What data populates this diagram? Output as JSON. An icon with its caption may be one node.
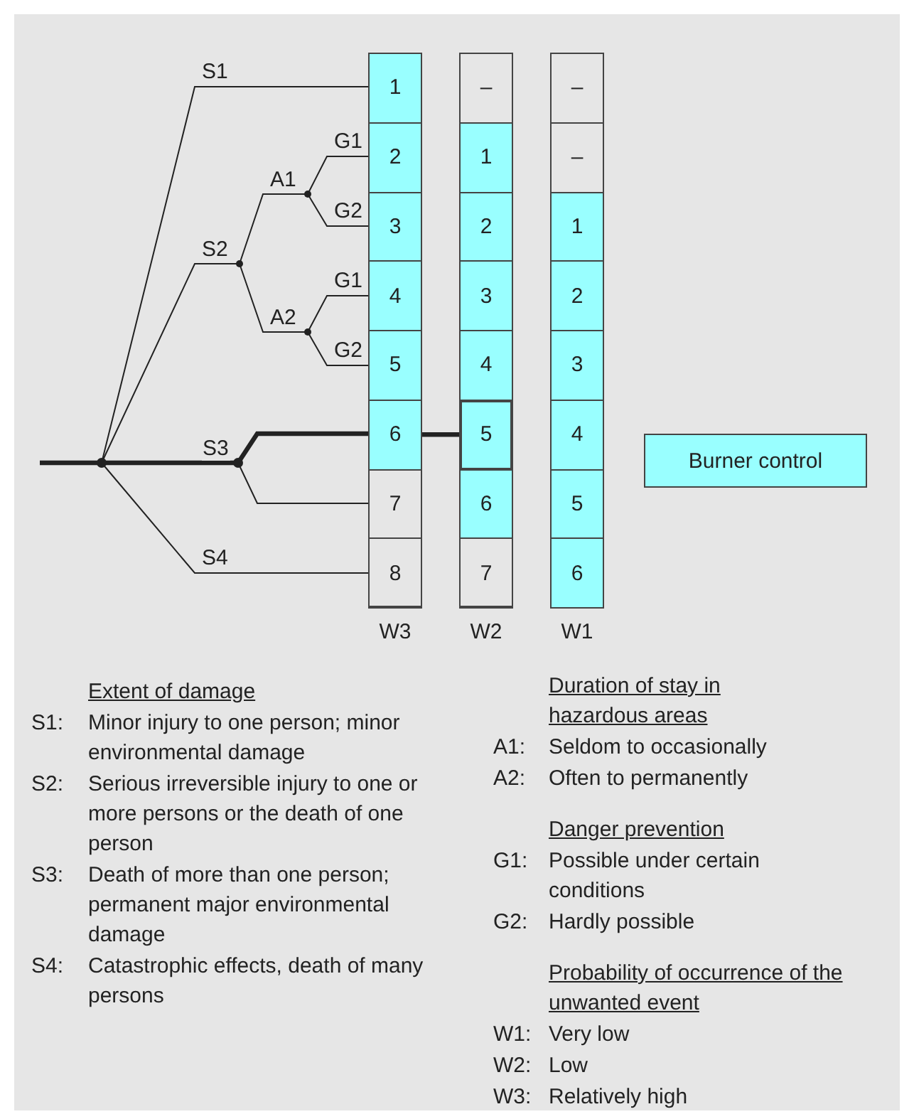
{
  "diagram": {
    "nodes": [
      {
        "text": [],
        "shape": "dot"
      },
      {
        "text": [],
        "shape": "dot"
      },
      {
        "text": [],
        "shape": "dot"
      },
      {
        "text": [],
        "shape": "dot"
      },
      {
        "text": [],
        "shape": "dot"
      },
      {
        "text": [
          "W3"
        ]
      },
      {
        "text": [
          "1"
        ],
        "in": 5
      },
      {
        "text": [
          "2"
        ],
        "in": 5
      },
      {
        "text": [
          "3"
        ],
        "in": 5
      },
      {
        "text": [
          "4"
        ],
        "in": 5
      },
      {
        "text": [
          "5"
        ],
        "in": 5
      },
      {
        "text": [
          "6"
        ],
        "in": 5
      },
      {
        "text": [
          "7"
        ],
        "in": 5
      },
      {
        "text": [
          "8"
        ],
        "in": 5
      },
      {
        "text": [
          "W2"
        ]
      },
      {
        "text": [
          "–"
        ],
        "in": 14
      },
      {
        "text": [
          "1"
        ],
        "in": 14
      },
      {
        "text": [
          "2"
        ],
        "in": 14
      },
      {
        "text": [
          "3"
        ],
        "in": 14
      },
      {
        "text": [
          "4"
        ],
        "in": 14
      },
      {
        "text": [
          "5"
        ],
        "in": 14
      },
      {
        "text": [
          "6"
        ],
        "in": 14
      },
      {
        "text": [
          "7"
        ],
        "in": 14
      },
      {
        "text": [
          "W1"
        ]
      },
      {
        "text": [
          "–"
        ],
        "in": 23
      },
      {
        "text": [
          "–"
        ],
        "in": 23
      },
      {
        "text": [
          "1"
        ],
        "in": 23
      },
      {
        "text": [
          "2"
        ],
        "in": 23
      },
      {
        "text": [
          "3"
        ],
        "in": 23
      },
      {
        "text": [
          "4"
        ],
        "in": 23
      },
      {
        "text": [
          "5"
        ],
        "in": 23
      },
      {
        "text": [
          "6"
        ],
        "in": 23
      },
      {
        "text": [
          "Burner control"
        ]
      }
    ],
    "edges": [
      {
        "from": null,
        "to": 0,
        "arrow": "none",
        "style": "thick"
      },
      {
        "from": 0,
        "to": 6,
        "arrow": "none",
        "label": "S1"
      },
      {
        "from": 0,
        "to": 1,
        "arrow": "none",
        "label": "S2"
      },
      {
        "from": 1,
        "to": 2,
        "arrow": "none",
        "label": "A1"
      },
      {
        "from": 1,
        "to": 3,
        "arrow": "none",
        "label": "A2"
      },
      {
        "from": 2,
        "to": 7,
        "arrow": "none",
        "label": "G1"
      },
      {
        "from": 2,
        "to": 8,
        "arrow": "none",
        "label": "G2"
      },
      {
        "from": 3,
        "to": 9,
        "arrow": "none",
        "label": "G1"
      },
      {
        "from": 3,
        "to": 10,
        "arrow": "none",
        "label": "G2"
      },
      {
        "from": 0,
        "to": 4,
        "arrow": "none",
        "label": "S3",
        "style": "thick"
      },
      {
        "from": 4,
        "to": 11,
        "arrow": "none",
        "style": "thick"
      },
      {
        "from": 4,
        "to": 12,
        "arrow": "none"
      },
      {
        "from": 0,
        "to": 13,
        "arrow": "none",
        "label": "S4"
      },
      {
        "from": 11,
        "to": 20,
        "arrow": "none",
        "style": "thick"
      }
    ],
    "labels": [
      "Extent of damage",
      "S1:",
      "Minor injury to one person; minor environmental damage",
      "S2:",
      "Serious irreversible injury to one or more persons or the death of one person",
      "S3:",
      "Death of more than one person; permanent major environmental damage",
      "S4:",
      "Catastrophic effects, death of many persons",
      "Duration of stay in hazardous areas",
      "A1:",
      "Seldom to occasionally",
      "A2:",
      "Often to permanently",
      "Danger prevention",
      "G1:",
      "Possible under certain conditions",
      "G2:",
      "Hardly possible",
      "Probability of occurrence of the unwanted event",
      "W1:",
      "Very low",
      "W2:",
      "Low",
      "W3:",
      "Relatively high"
    ]
  }
}
